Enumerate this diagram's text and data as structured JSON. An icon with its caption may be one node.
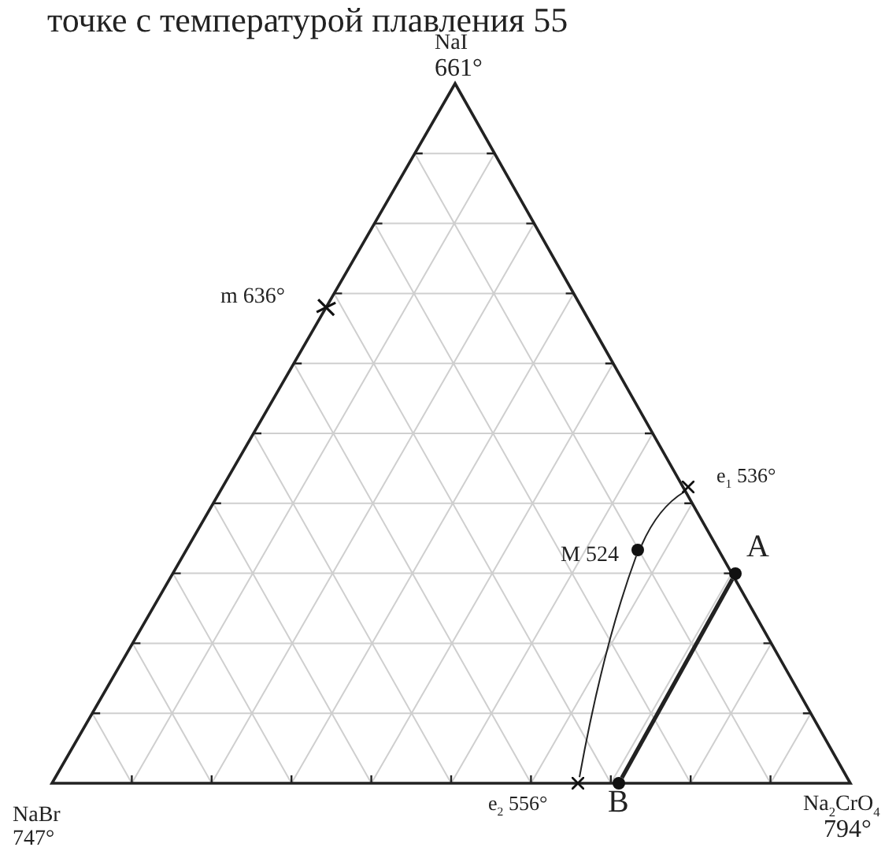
{
  "diagram": {
    "nodes": [
      {
        "text": [],
        "shape": "cross",
        "beside": [
          "e$_{1}$ 536°"
        ]
      },
      {
        "text": [],
        "shape": "circle",
        "beside": [
          "M 524"
        ]
      },
      {
        "text": [],
        "shape": "cross",
        "beside": [
          "e$_{2}$ 556°"
        ]
      },
      {
        "text": [],
        "shape": "circle",
        "beside": [
          "A"
        ]
      },
      {
        "text": [],
        "shape": "circle",
        "beside": [
          "B"
        ]
      }
    ],
    "edges": [
      {
        "from": 0,
        "to": 1,
        "arrow": "none"
      },
      {
        "from": 1,
        "to": 2,
        "arrow": "none"
      },
      {
        "from": 3,
        "to": 4,
        "arrow": "none",
        "style": "thick"
      }
    ],
    "labels": [
      "точке с температурой плавления 55",
      "NaI",
      "661°",
      "m 636°",
      "NaBr",
      "747°",
      "Na$_{2}$CrO$_{4}$",
      "794°"
    ]
  }
}
